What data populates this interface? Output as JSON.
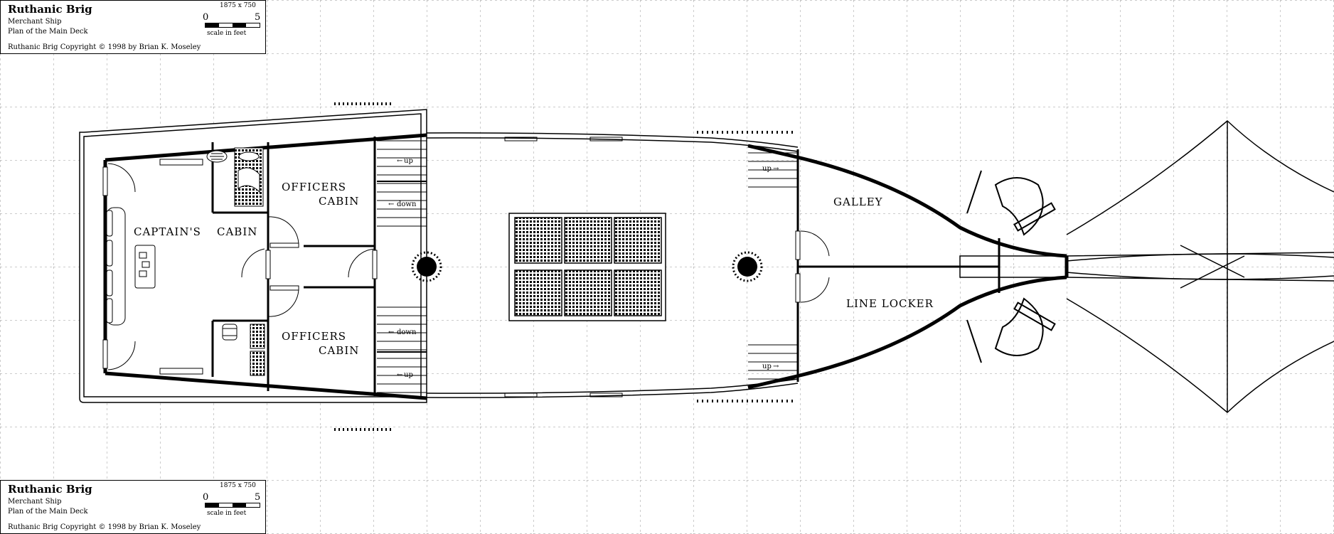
{
  "title_block": {
    "title": "Ruthanic Brig",
    "subtitle": "Merchant Ship",
    "plan": "Plan of the Main Deck",
    "dimensions": "1875 x 750",
    "scale_zero": "0",
    "scale_five": "5",
    "scale_label": "scale in feet",
    "copyright": "Ruthanic Brig Copyright © 1998 by Brian K. Moseley"
  },
  "rooms": {
    "captains_cabin_a": "CAPTAIN'S",
    "captains_cabin_b": "CABIN",
    "officers_1_a": "OFFICERS",
    "officers_1_b": "CABIN",
    "officers_2_a": "OFFICERS",
    "officers_2_b": "CABIN",
    "galley": "GALLEY",
    "line_locker": "LINE LOCKER"
  },
  "stairs": {
    "aft_top_up": "up",
    "aft_top_down": "down",
    "aft_bottom_down": "down",
    "aft_bottom_up": "up",
    "fore_top_up": "up",
    "fore_bottom_up": "up"
  }
}
